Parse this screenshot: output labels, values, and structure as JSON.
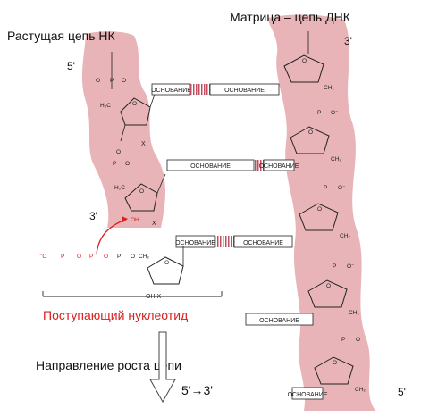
{
  "labels": {
    "growing_chain": "Растущая цепь НК",
    "template_chain": "Матрица – цепь ДНК",
    "incoming_nucleotide": "Поступающий нуклеотид",
    "growth_direction": "Направление роста цепи",
    "direction_arrow": "5'→3'"
  },
  "ends": {
    "left_top": "5'",
    "left_3prime": "3'",
    "right_top": "3'",
    "right_bottom": "5'"
  },
  "base_label": "ОСНОВАНИЕ",
  "chem": {
    "H2C": "H₂C",
    "CH2": "CH₂",
    "O": "O",
    "P": "P",
    "H": "H",
    "X": "X",
    "OH": "OH",
    "OH_X": "OH X",
    "O_minus": "O⁻",
    "minus_O": "⁻O"
  },
  "colors": {
    "strand_fill": "#e8b4b7",
    "strand_dark": "#d49a9e",
    "new_text": "#d82020",
    "ink": "#222222"
  }
}
